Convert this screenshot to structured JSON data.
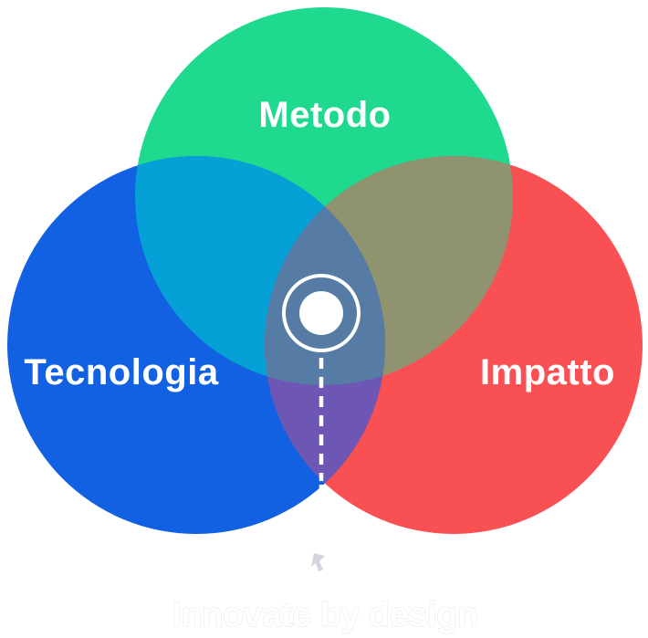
{
  "diagram": {
    "type": "venn",
    "circles": [
      {
        "id": "method",
        "label": "Metodo",
        "color": "#1fd98f",
        "label_color": "#ffffff"
      },
      {
        "id": "technology",
        "label": "Tecnologia",
        "color": "#1261e2",
        "label_color": "#ffffff"
      },
      {
        "id": "impact",
        "label": "Impatto",
        "color": "#f85053",
        "label_color": "#ffffff"
      }
    ],
    "overlaps": {
      "method_technology": "#04a0d6",
      "method_impact": "#8f9370",
      "technology_impact": "#6e56b4",
      "center_triple": "#567ba4"
    },
    "center_marker": {
      "fill": "#ffffff",
      "ring_color": "#ffffff"
    },
    "connector": {
      "color": "#ffffff",
      "style": "dashed-then-solid",
      "pointer_color": "#cfd0d8"
    },
    "tagline": {
      "text": "Innovate by design",
      "fill": "#ffffff",
      "edge_color": "#e6e6ec"
    }
  }
}
